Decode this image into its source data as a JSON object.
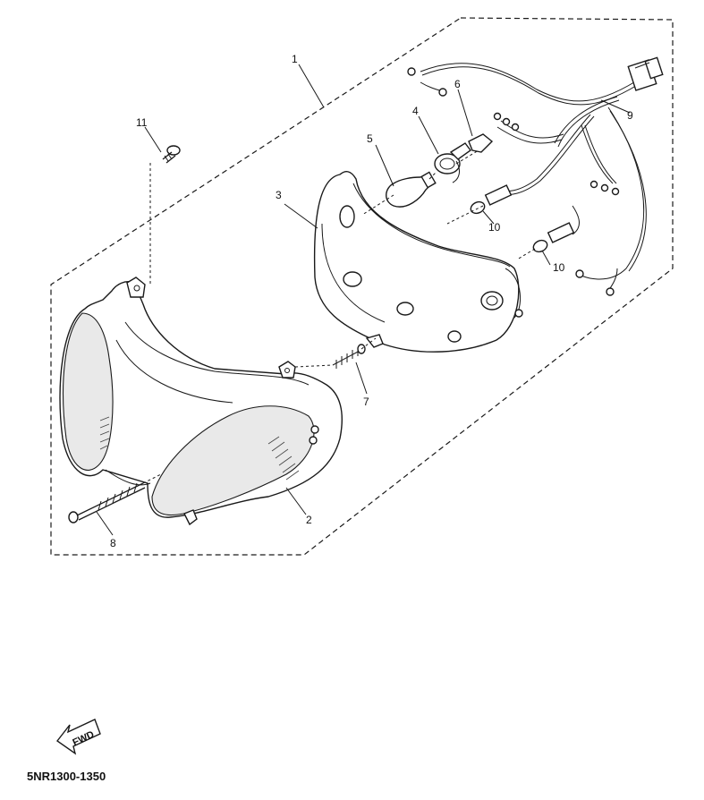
{
  "callouts": {
    "c1": "1",
    "c2": "2",
    "c3": "3",
    "c4": "4",
    "c5": "5",
    "c6": "6",
    "c7": "7",
    "c8": "8",
    "c9": "9",
    "c10a": "10",
    "c10b": "10",
    "c11": "11"
  },
  "fwd_label": "FWD",
  "drawing_code": "5NR1300-1350"
}
